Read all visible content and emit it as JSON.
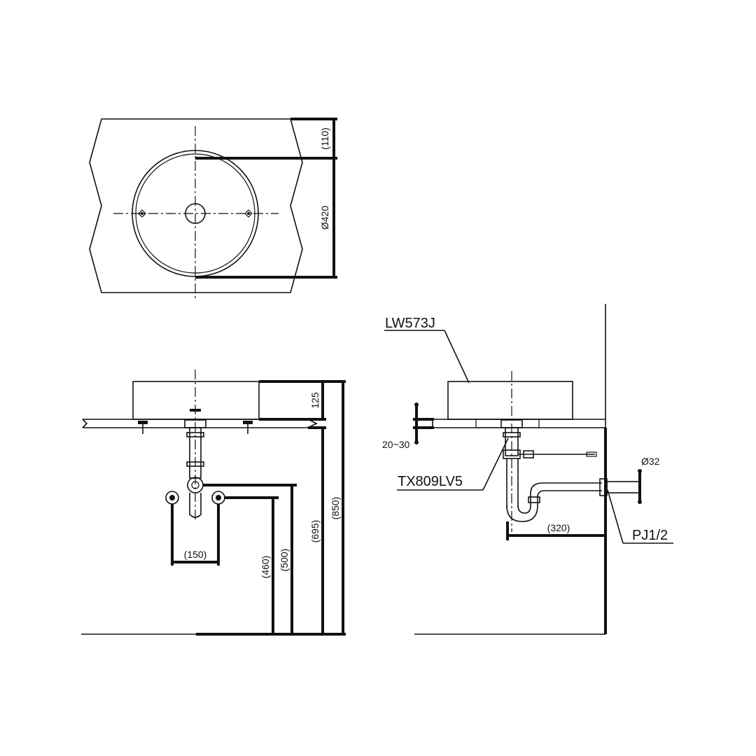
{
  "dimensions": {
    "top_setback": "(110)",
    "bowl_diameter": "Ø420",
    "bowl_height": "125",
    "counter_height": "(850)",
    "drain_outlet_height": "(695)",
    "supply_height_a": "(500)",
    "supply_height_b": "(460)",
    "supply_spacing": "(150)",
    "counter_thickness": "20~30",
    "trap_projection": "(320)",
    "pipe_diameter": "Ø32"
  },
  "parts": {
    "basin": "LW573J",
    "waste": "TX809LV5",
    "trap": "PJ1/2"
  }
}
